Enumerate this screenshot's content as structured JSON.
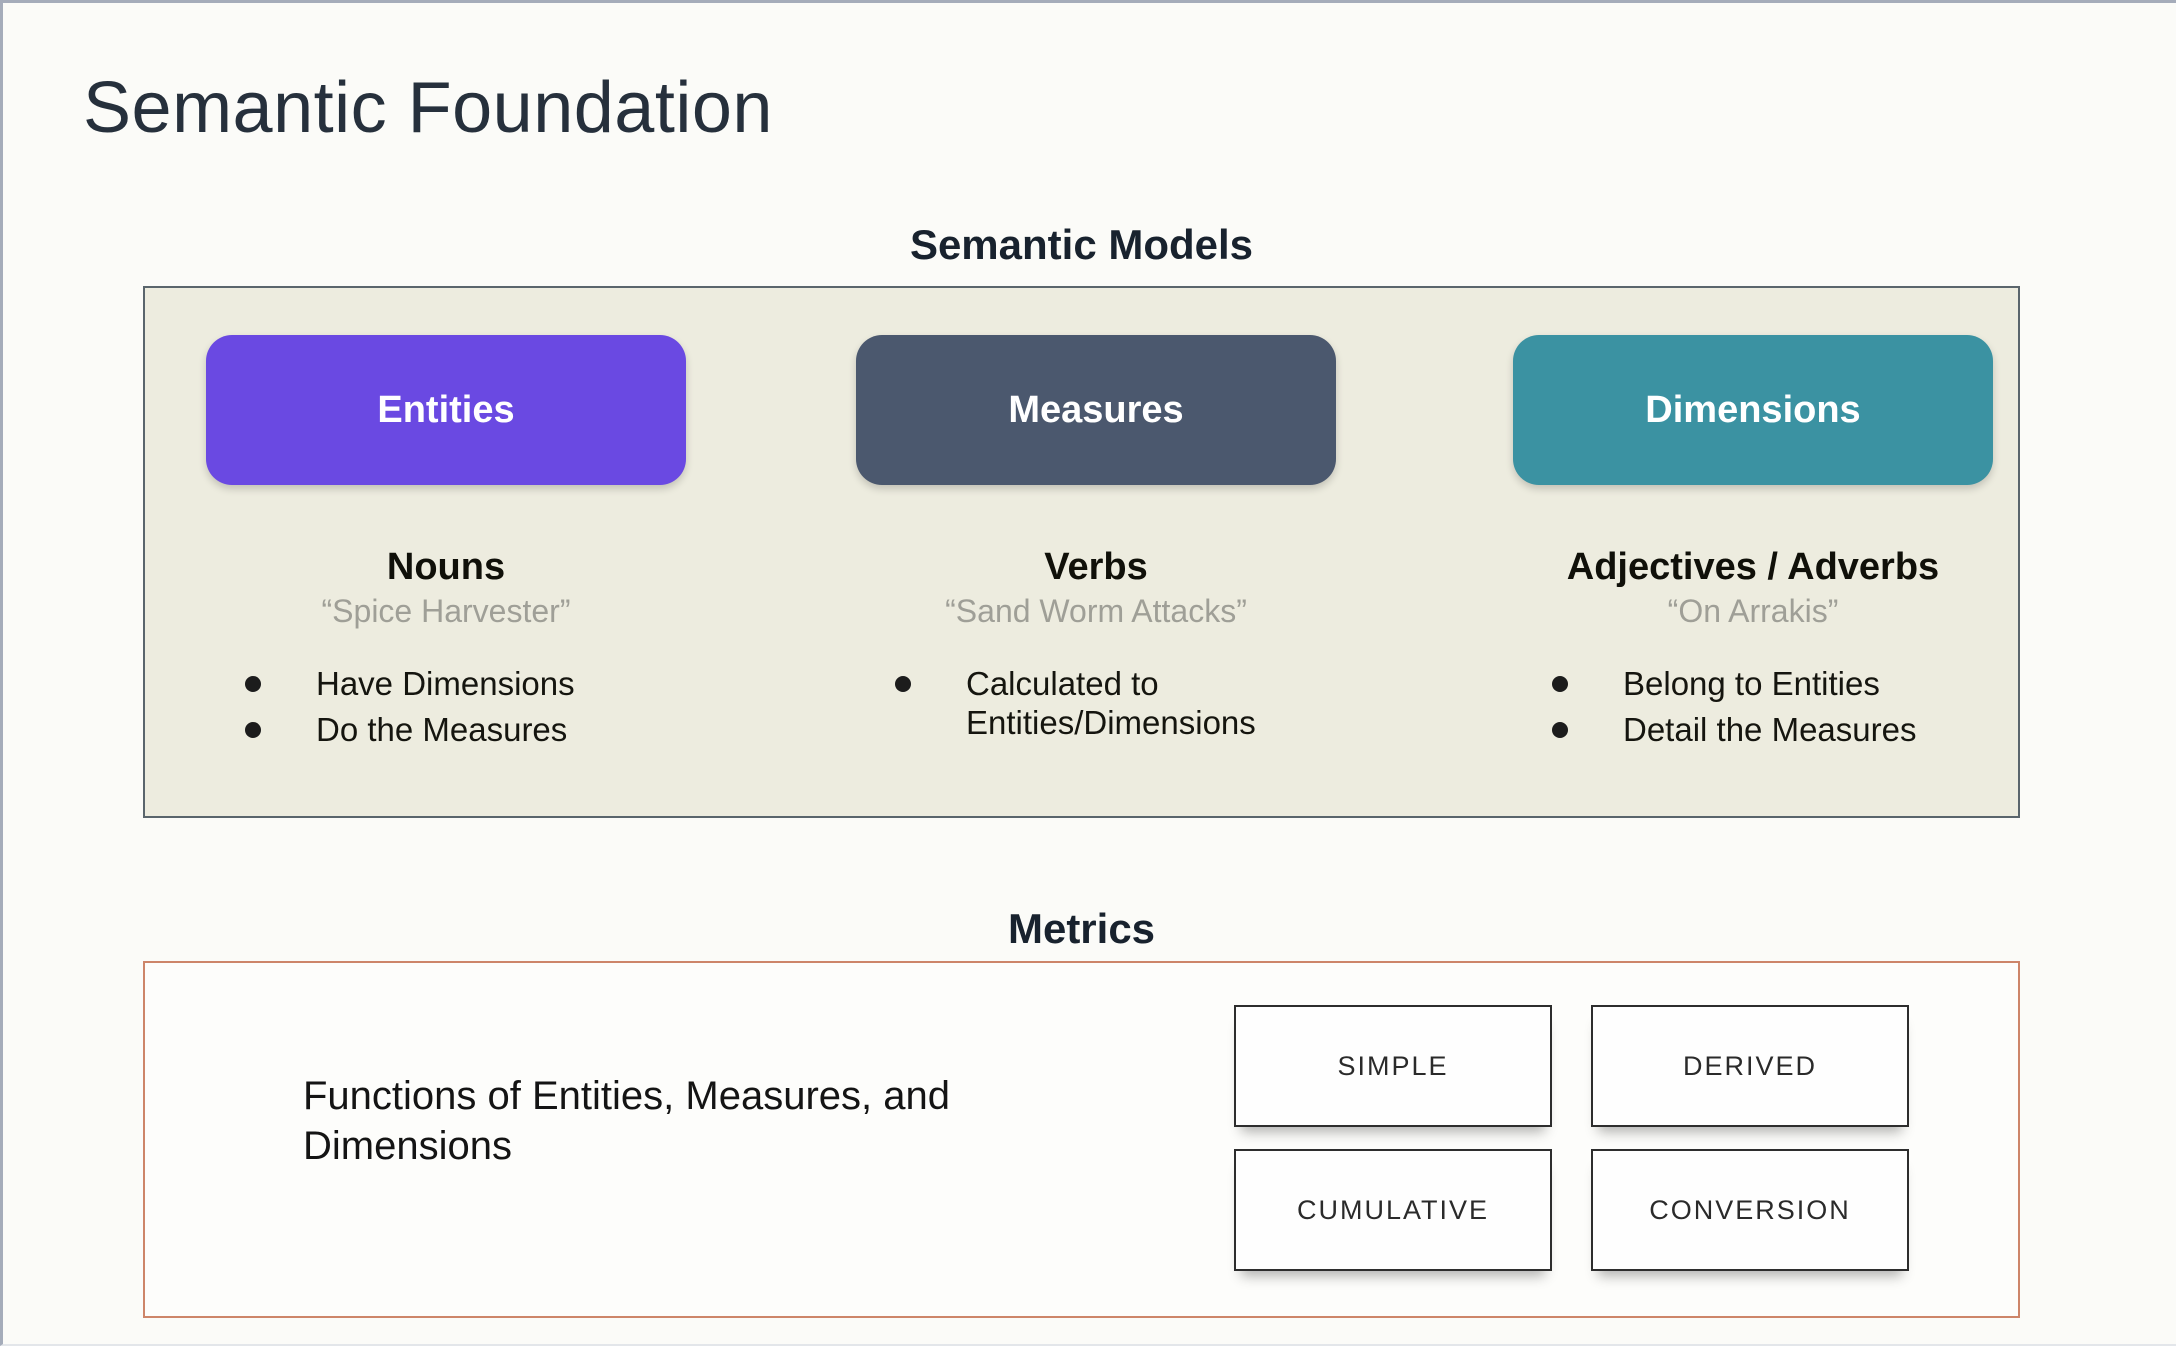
{
  "slide": {
    "title": "Semantic Foundation"
  },
  "semantic_models": {
    "heading": "Semantic Models",
    "panel_background": "#edecdf",
    "columns": [
      {
        "button_label": "Entities",
        "button_color": "#6a49e2",
        "subtitle": "Nouns",
        "quote": "“Spice Harvester”",
        "bullets": [
          "Have Dimensions",
          "Do the Measures"
        ]
      },
      {
        "button_label": "Measures",
        "button_color": "#4b586e",
        "subtitle": "Verbs",
        "quote": "“Sand Worm Attacks”",
        "bullets": [
          "Calculated to Entities/Dimensions"
        ]
      },
      {
        "button_label": "Dimensions",
        "button_color": "#3b92a2",
        "subtitle": "Adjectives / Adverbs",
        "quote": "“On Arrakis”",
        "bullets": [
          "Belong to Entities",
          "Detail the Measures"
        ]
      }
    ]
  },
  "metrics": {
    "heading": "Metrics",
    "border_color": "#cd8569",
    "description": "Functions of Entities, Measures, and Dimensions",
    "types": [
      "SIMPLE",
      "DERIVED",
      "CUMULATIVE",
      "CONVERSION"
    ]
  }
}
